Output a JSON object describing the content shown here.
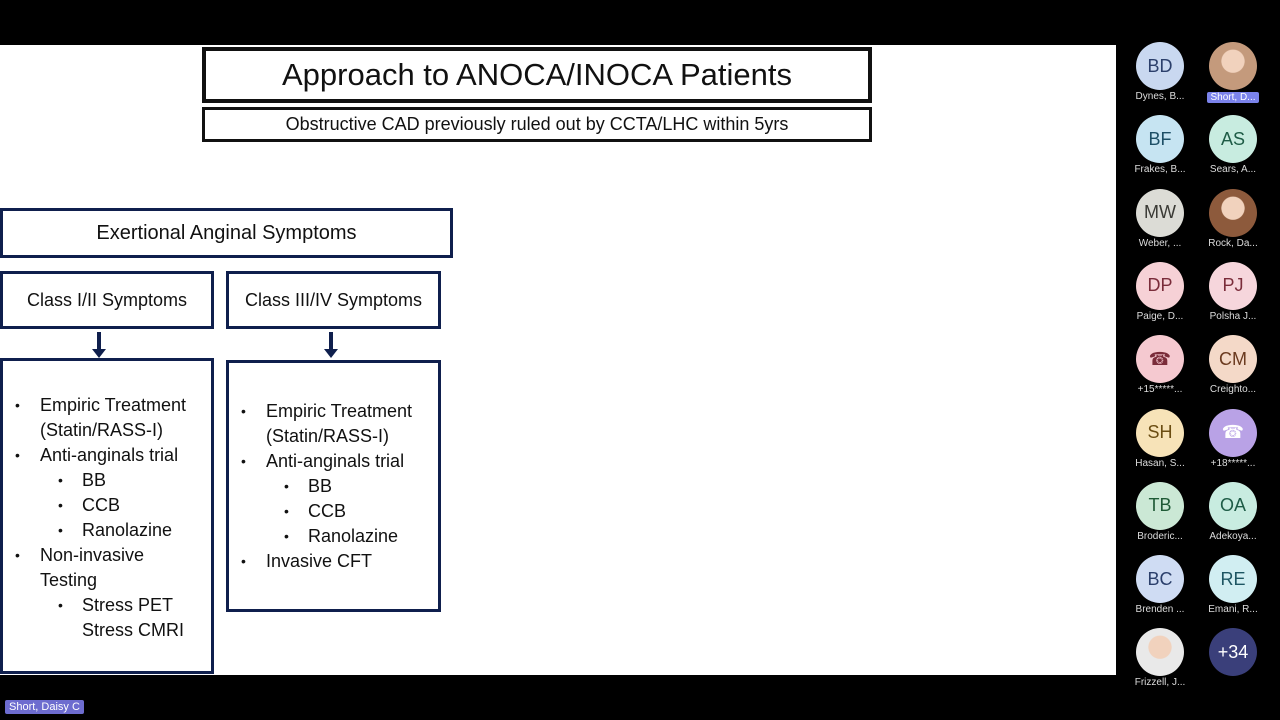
{
  "slide": {
    "title": "Approach to ANOCA/INOCA Patients",
    "subtitle": "Obstructive CAD previously ruled out by CCTA/LHC within 5yrs",
    "exertional": "Exertional Anginal Symptoms",
    "class1": {
      "label": "Class I/II Symptoms",
      "items": [
        {
          "level": 1,
          "text": "Empiric Treatment"
        },
        {
          "level": 0,
          "text": "(Statin/RASS-I)"
        },
        {
          "level": 1,
          "text": "Anti-anginals trial"
        },
        {
          "level": 2,
          "text": "BB"
        },
        {
          "level": 2,
          "text": "CCB"
        },
        {
          "level": 2,
          "text": "Ranolazine"
        },
        {
          "level": 1,
          "text": "Non-invasive"
        },
        {
          "level": 0,
          "text": "Testing"
        },
        {
          "level": 2,
          "text": "Stress PET"
        },
        {
          "level": 3,
          "text": "Stress CMRI"
        }
      ]
    },
    "class2": {
      "label": "Class III/IV Symptoms",
      "items": [
        {
          "level": 1,
          "text": "Empiric Treatment"
        },
        {
          "level": 0,
          "text": "(Statin/RASS-I)"
        },
        {
          "level": 1,
          "text": "Anti-anginals trial"
        },
        {
          "level": 2,
          "text": "BB"
        },
        {
          "level": 2,
          "text": "CCB"
        },
        {
          "level": 2,
          "text": "Ranolazine"
        },
        {
          "level": 1,
          "text": "Invasive CFT"
        }
      ]
    }
  },
  "participants": [
    {
      "initials": "BD",
      "name": "Dynes, B...",
      "color": "#c9d8f0",
      "text": "#2b3f6b"
    },
    {
      "initials": "",
      "name": "Short, D...",
      "color": "#c49a7c",
      "photo": true,
      "highlight": true
    },
    {
      "initials": "BF",
      "name": "Frakes, B...",
      "color": "#c6e4f2",
      "text": "#1d4f66"
    },
    {
      "initials": "AS",
      "name": "Sears, A...",
      "color": "#c8ece0",
      "text": "#1e5c46"
    },
    {
      "initials": "MW",
      "name": "Weber, ...",
      "color": "#dcdcd6",
      "text": "#3a3a35"
    },
    {
      "initials": "",
      "name": "Rock, Da...",
      "color": "#8d5a3c",
      "photo": true
    },
    {
      "initials": "DP",
      "name": "Paige, D...",
      "color": "#f6d1d6",
      "text": "#7a2c3a"
    },
    {
      "initials": "PJ",
      "name": "Polsha J...",
      "color": "#f6d6dc",
      "text": "#7a2c3a"
    },
    {
      "initials": "",
      "name": "+15*****...",
      "color": "#f5c9d0",
      "text": "#7a2c3a",
      "phone": true
    },
    {
      "initials": "CM",
      "name": "Creighto...",
      "color": "#f4d9c8",
      "text": "#6b3a1f"
    },
    {
      "initials": "SH",
      "name": "Hasan, S...",
      "color": "#f7e3b8",
      "text": "#6b4d12"
    },
    {
      "initials": "",
      "name": "+18*****...",
      "color": "#b9a2e6",
      "text": "#fff",
      "phone": true
    },
    {
      "initials": "TB",
      "name": "Broderic...",
      "color": "#cbe8d5",
      "text": "#1f5a36"
    },
    {
      "initials": "OA",
      "name": "Adekoya...",
      "color": "#c8ece0",
      "text": "#1e5c46"
    },
    {
      "initials": "BC",
      "name": "Brenden ...",
      "color": "#cfdcf3",
      "text": "#2b3f6b"
    },
    {
      "initials": "RE",
      "name": "Emani, R...",
      "color": "#d1eef2",
      "text": "#1d5562"
    },
    {
      "initials": "",
      "name": "Frizzell, J...",
      "color": "#e9e9e9",
      "photo": true
    },
    {
      "initials": "+34",
      "name": "",
      "color": "#3a3f7a",
      "text": "#fff"
    }
  ],
  "presenter_tag": "Short, Daisy C"
}
